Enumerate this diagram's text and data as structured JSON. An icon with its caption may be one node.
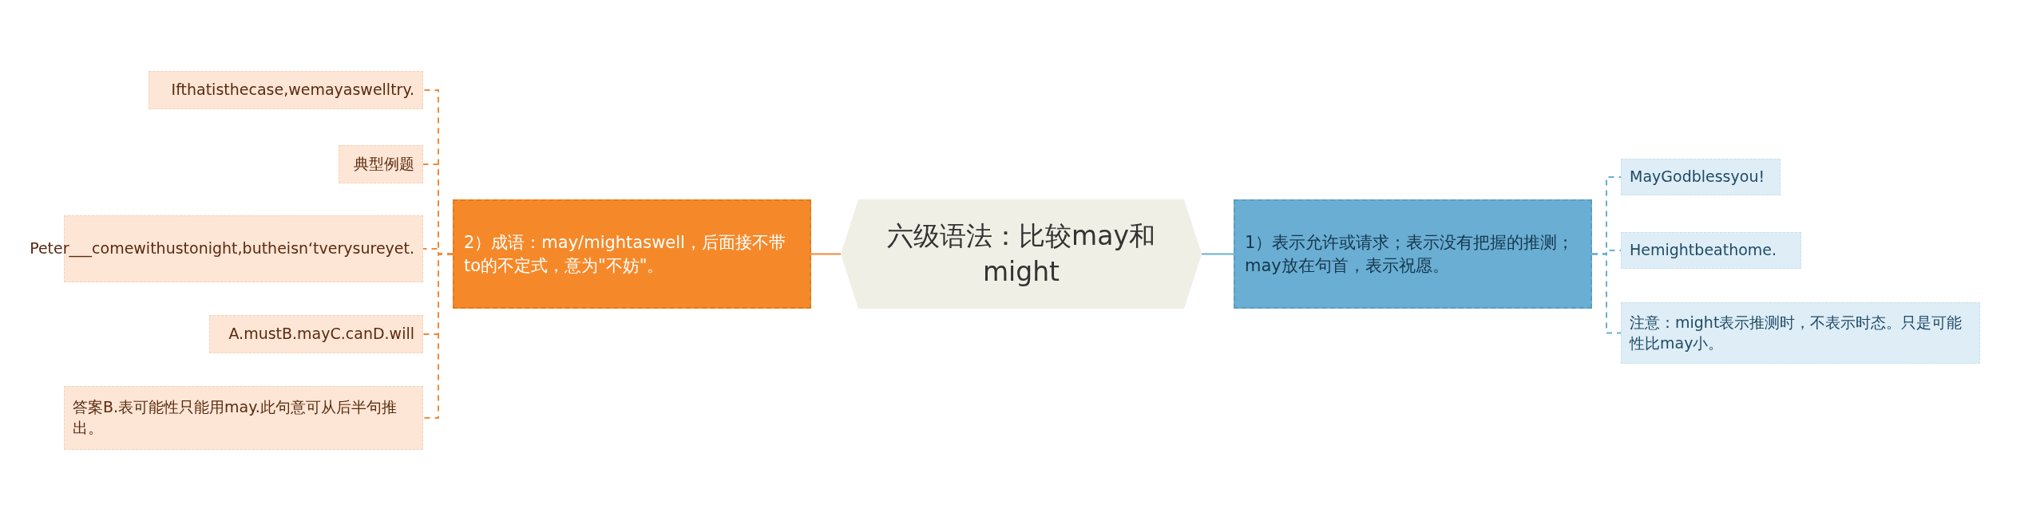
{
  "diagram": {
    "nodes": [
      {
        "text": [
          "六级语法：比较may和might"
        ]
      },
      {
        "text": [
          "2）成语：may/mightaswell，后面接不带to的不定式，意为\"不妨\"。"
        ]
      },
      {
        "text": [
          "Ifthatisthecase,wemayaswelltry."
        ]
      },
      {
        "text": [
          "典型例题"
        ]
      },
      {
        "text": [
          "Peter___comewithustonight,butheisn‘tverysureyet."
        ]
      },
      {
        "text": [
          "A.mustB.mayC.canD.will"
        ]
      },
      {
        "text": [
          "答案B.表可能性只能用may.此句意可从后半句推出。"
        ]
      },
      {
        "text": [
          "1）表示允许或请求；表示没有把握的推测；may放在句首，表示祝愿。"
        ]
      },
      {
        "text": [
          "MayGodblessyou!"
        ]
      },
      {
        "text": [
          "Hemightbeathome."
        ]
      },
      {
        "text": [
          "注意：might表示推测时，不表示时态。只是可能性比may小。"
        ]
      }
    ],
    "edges": [
      {
        "from": 0,
        "to": 1,
        "arrow": "none"
      },
      {
        "from": 1,
        "to": 2,
        "arrow": "none",
        "style": "dashed"
      },
      {
        "from": 1,
        "to": 3,
        "arrow": "none",
        "style": "dashed"
      },
      {
        "from": 1,
        "to": 4,
        "arrow": "none",
        "style": "dashed"
      },
      {
        "from": 1,
        "to": 5,
        "arrow": "none",
        "style": "dashed"
      },
      {
        "from": 1,
        "to": 6,
        "arrow": "none",
        "style": "dashed"
      },
      {
        "from": 0,
        "to": 7,
        "arrow": "none",
        "color": "#6aaed3"
      },
      {
        "from": 7,
        "to": 8,
        "arrow": "none",
        "style": "dashed",
        "color": "#6aaed3"
      },
      {
        "from": 7,
        "to": 9,
        "arrow": "none",
        "style": "dashed",
        "color": "#6aaed3"
      },
      {
        "from": 7,
        "to": 10,
        "arrow": "none",
        "style": "dashed",
        "color": "#6aaed3"
      }
    ]
  }
}
